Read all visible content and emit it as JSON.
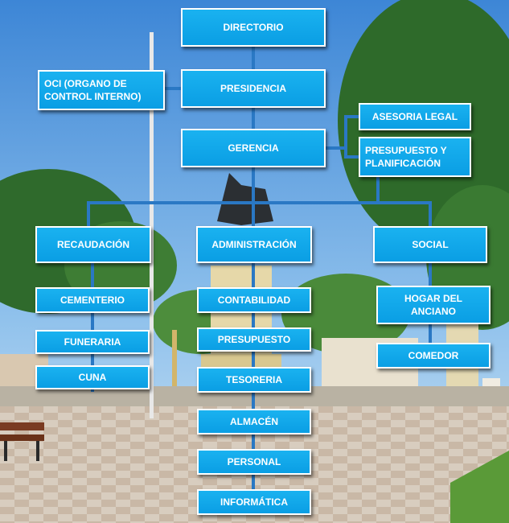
{
  "palette": {
    "box_fill": "#0aa0e6",
    "box_border": "#ffffff",
    "connector": "#2a78c4",
    "text": "#ffffff"
  },
  "org_chart": {
    "directorio": "DIRECTORIO",
    "presidencia": "PRESIDENCIA",
    "oci": "OCI (ORGANO DE CONTROL INTERNO)",
    "gerencia": "GERENCIA",
    "asesoria_legal": "ASESORIA LEGAL",
    "presupuesto_planificacion": "PRESUPUESTO Y PLANIFICACIÓN",
    "recaudacion": {
      "title": "RECAUDACIÓN",
      "units": [
        "CEMENTERIO",
        "FUNERARIA",
        "CUNA"
      ]
    },
    "administracion": {
      "title": "ADMINISTRACIÓN",
      "units": [
        "CONTABILIDAD",
        "PRESUPUESTO",
        "TESORERIA",
        "ALMACÉN",
        "PERSONAL",
        "INFORMÁTICA"
      ]
    },
    "social": {
      "title": "SOCIAL",
      "units": [
        "HOGAR DEL ANCIANO",
        "COMEDOR"
      ]
    }
  }
}
